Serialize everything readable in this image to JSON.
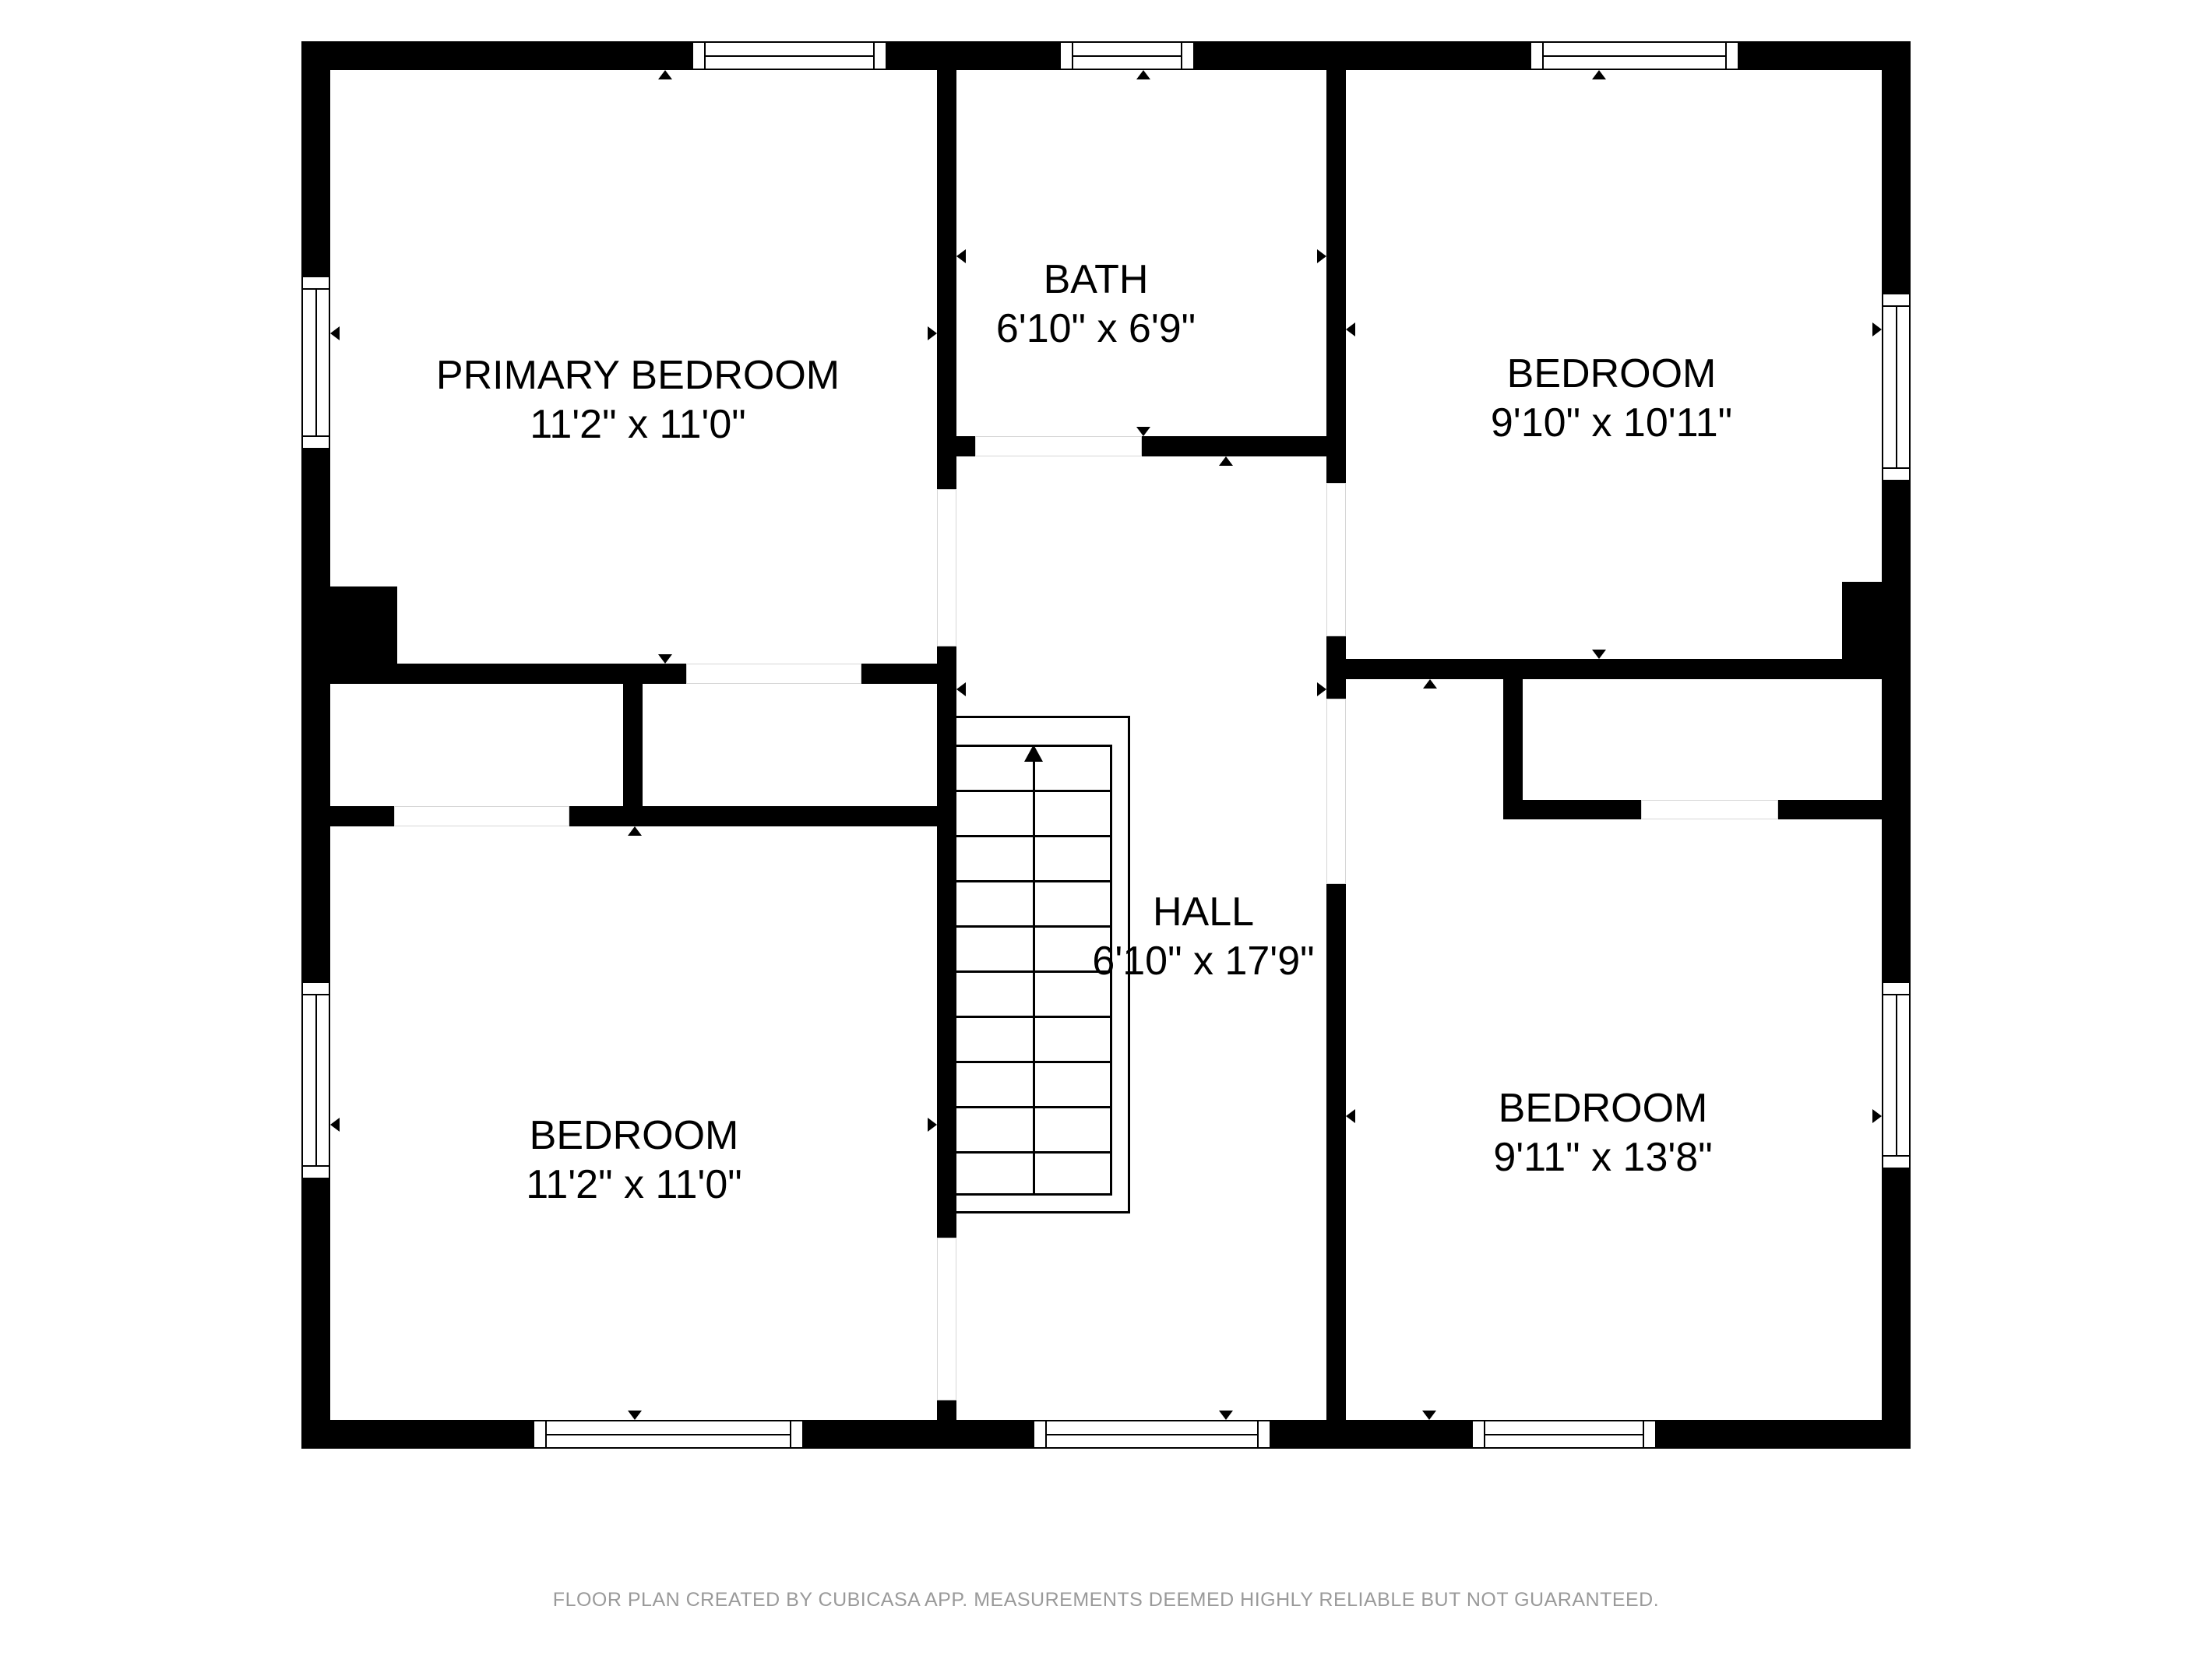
{
  "floorplan": {
    "rooms": [
      {
        "id": "primary-bedroom",
        "name": "PRIMARY BEDROOM",
        "dimensions": "11'2\" x 11'0\""
      },
      {
        "id": "bath",
        "name": "BATH",
        "dimensions": "6'10\" x 6'9\""
      },
      {
        "id": "bedroom-top-right",
        "name": "BEDROOM",
        "dimensions": "9'10\" x 10'11\""
      },
      {
        "id": "hall",
        "name": "HALL",
        "dimensions": "6'10\" x 17'9\""
      },
      {
        "id": "bedroom-bottom-left",
        "name": "BEDROOM",
        "dimensions": "11'2\" x 11'0\""
      },
      {
        "id": "bedroom-bottom-right",
        "name": "BEDROOM",
        "dimensions": "9'11\" x 13'8\""
      }
    ],
    "stairs": {
      "direction": "up",
      "step_count": 11
    },
    "colors": {
      "wall": "#000000",
      "background": "#ffffff",
      "footer_text": "#9a9a9a"
    }
  },
  "footer": {
    "disclaimer": "FLOOR PLAN CREATED BY CUBICASA APP. MEASUREMENTS DEEMED HIGHLY RELIABLE BUT NOT GUARANTEED."
  }
}
